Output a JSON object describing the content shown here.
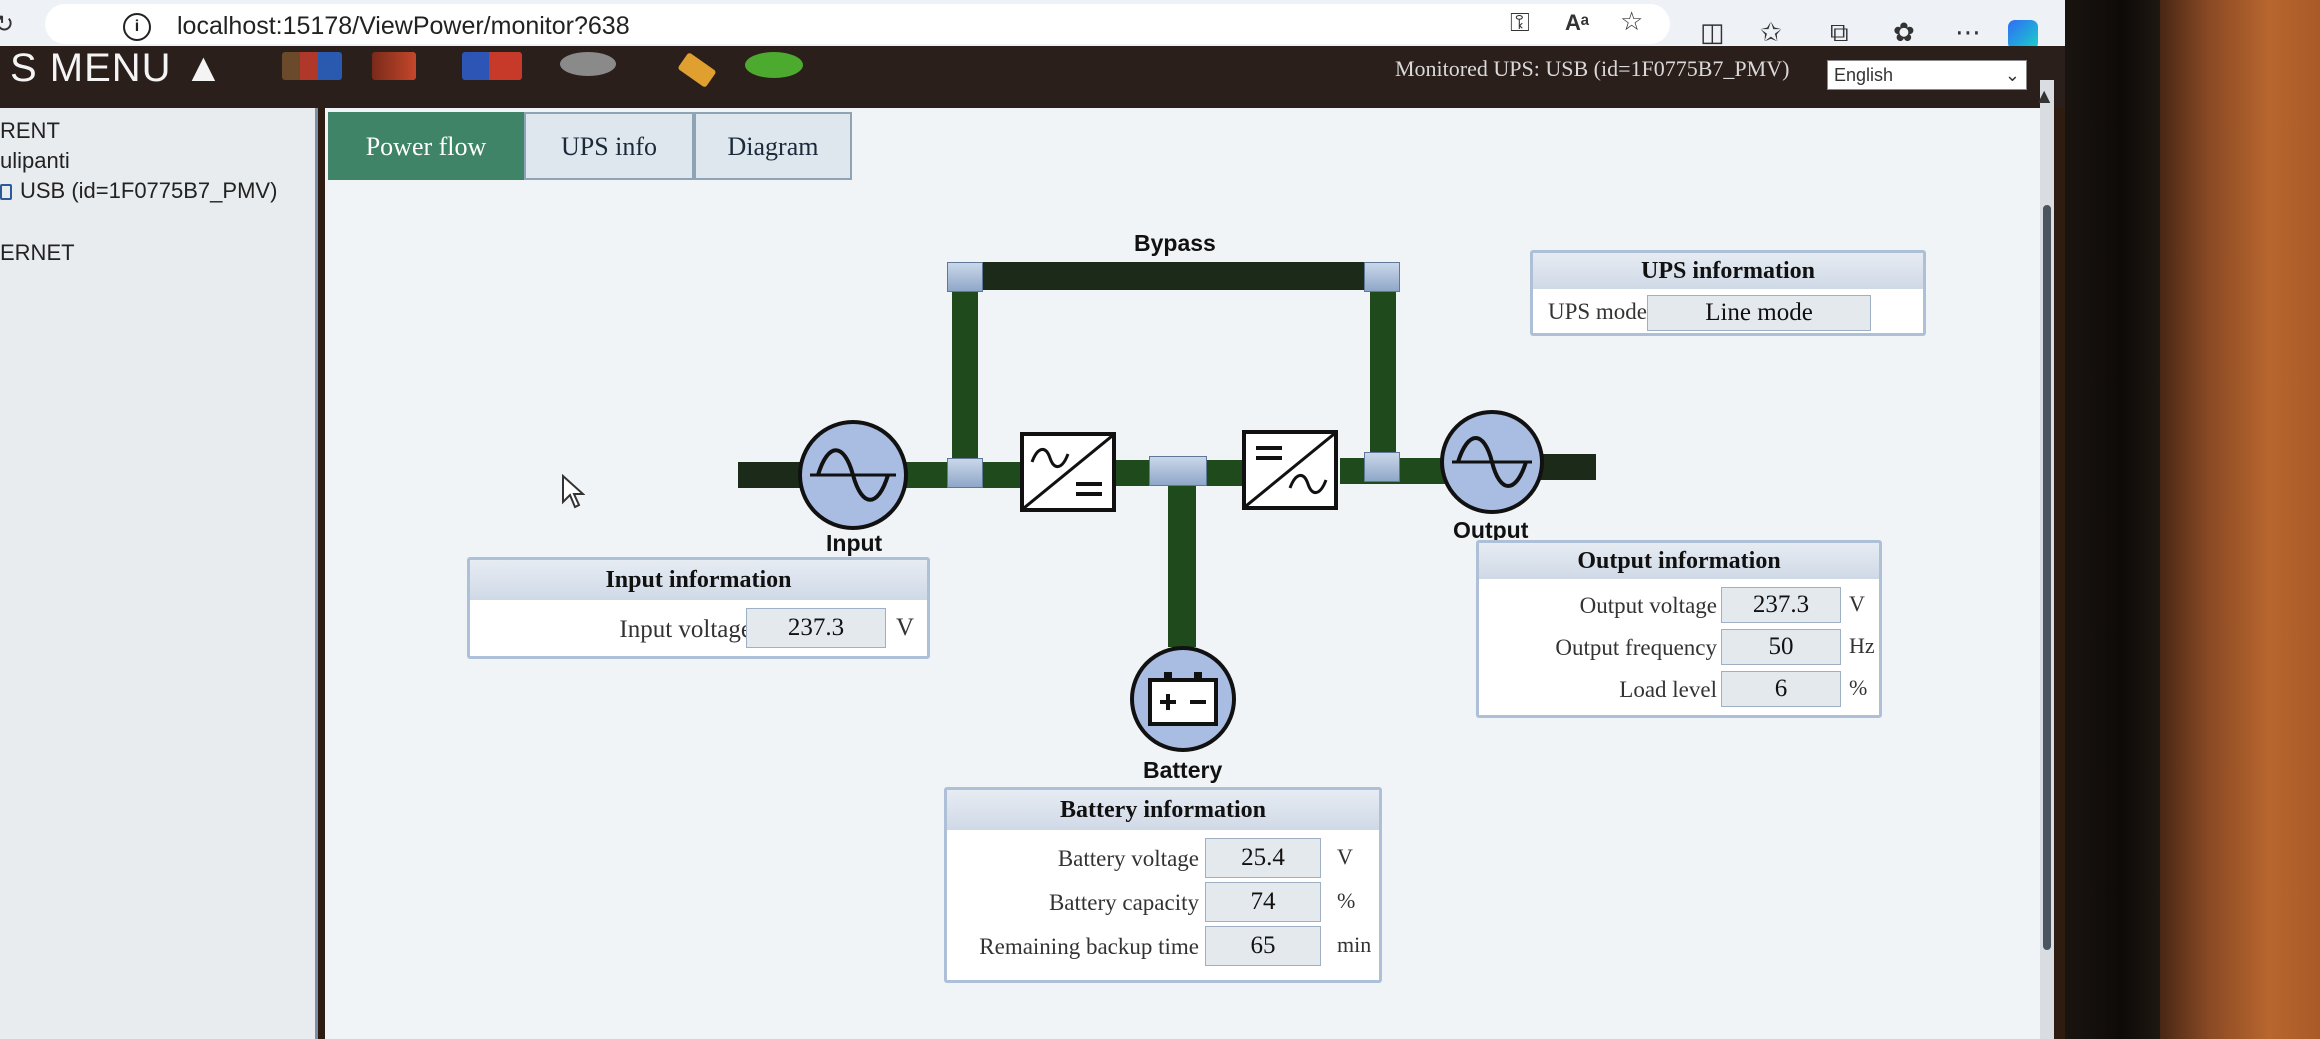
{
  "browser": {
    "url": "localhost:15178/ViewPower/monitor?638",
    "info_glyph": "i"
  },
  "header": {
    "menu_title": "S MENU ▲",
    "monitored_text": "Monitored UPS: USB (id=1F0775B7_PMV)",
    "language": "English"
  },
  "sidebar": {
    "items": [
      {
        "label": "RENT"
      },
      {
        "label": "ulipanti"
      },
      {
        "label": "USB (id=1F0775B7_PMV)"
      },
      {
        "label": "ERNET"
      }
    ]
  },
  "tabs": [
    {
      "label": "Power flow",
      "active": true
    },
    {
      "label": "UPS info",
      "active": false
    },
    {
      "label": "Diagram",
      "active": false
    }
  ],
  "flow": {
    "bypass_label": "Bypass",
    "input_label": "Input",
    "output_label": "Output",
    "battery_label": "Battery"
  },
  "ups_info": {
    "title": "UPS information",
    "mode_label": "UPS mode",
    "mode_value": "Line mode"
  },
  "input_info": {
    "title": "Input information",
    "voltage_label": "Input voltage",
    "voltage_value": "237.3",
    "voltage_unit": "V"
  },
  "output_info": {
    "title": "Output information",
    "rows": [
      {
        "label": "Output voltage",
        "value": "237.3",
        "unit": "V"
      },
      {
        "label": "Output frequency",
        "value": "50",
        "unit": "Hz"
      },
      {
        "label": "Load level",
        "value": "6",
        "unit": "%"
      }
    ]
  },
  "battery_info": {
    "title": "Battery information",
    "rows": [
      {
        "label": "Battery voltage",
        "value": "25.4",
        "unit": "V"
      },
      {
        "label": "Battery capacity",
        "value": "74",
        "unit": "%"
      },
      {
        "label": "Remaining backup time",
        "value": "65",
        "unit": "min"
      }
    ]
  },
  "colors": {
    "active_tab": "#3f8466",
    "wire": "#1e4a1c",
    "node_fill": "#a9bde2"
  }
}
